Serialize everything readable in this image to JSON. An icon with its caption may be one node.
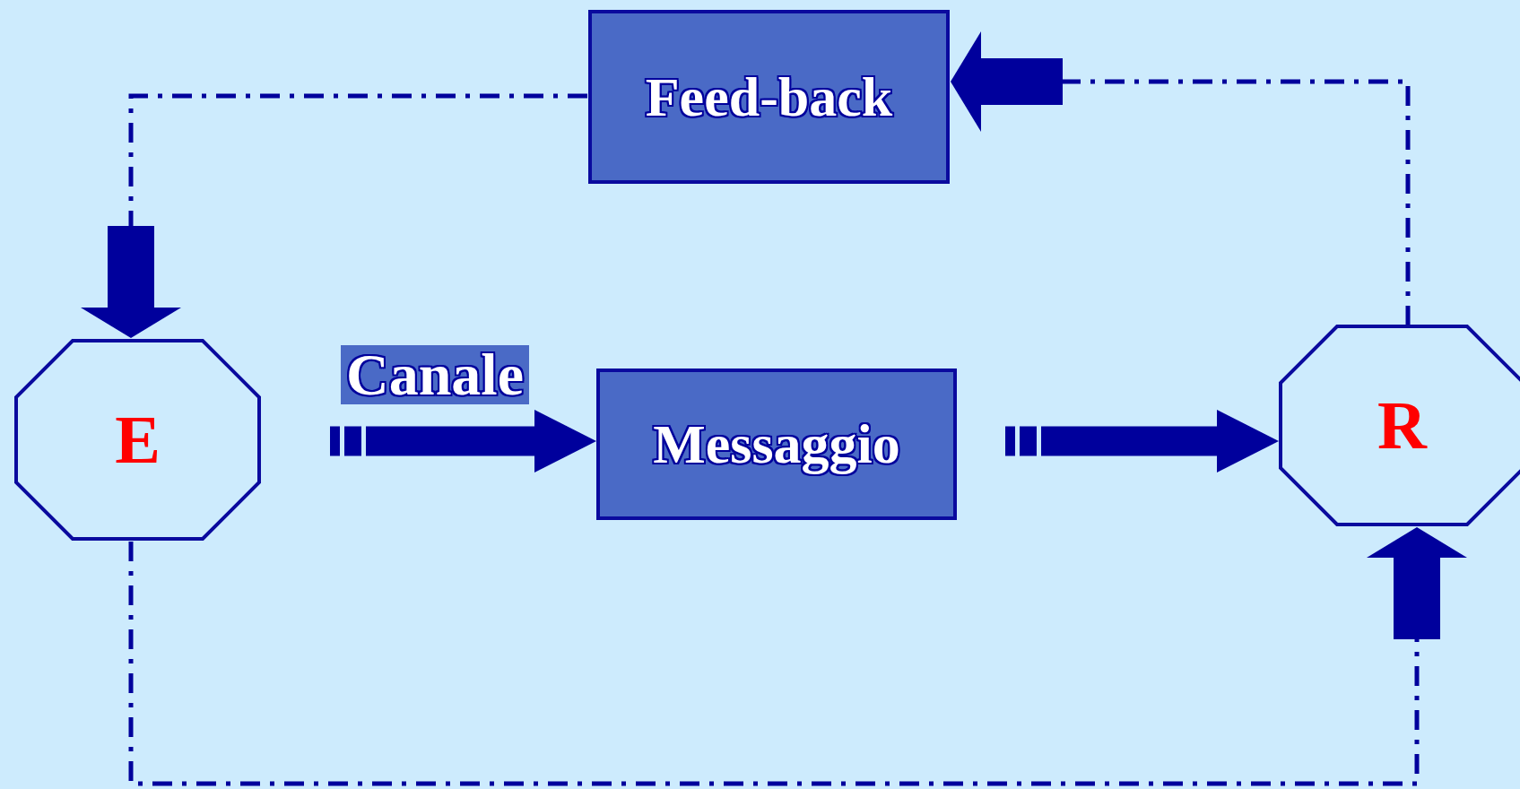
{
  "diagram": {
    "nodes": [
      {
        "text": [
          "E"
        ]
      },
      {
        "text": [
          "Messaggio"
        ]
      },
      {
        "text": [
          "R"
        ]
      },
      {
        "text": [
          "Feed-back"
        ]
      }
    ],
    "edges": [
      {
        "from": 0,
        "to": 1,
        "arrow": "to",
        "label": "Canale",
        "style": "thick"
      },
      {
        "from": 1,
        "to": 2,
        "arrow": "to",
        "style": "thick"
      },
      {
        "from": 2,
        "to": 3,
        "arrow": "to",
        "style": "dashed"
      },
      {
        "from": 3,
        "to": 0,
        "arrow": "to",
        "style": "dashed"
      },
      {
        "from": 0,
        "to": 2,
        "arrow": "to",
        "style": "dashed"
      }
    ]
  }
}
